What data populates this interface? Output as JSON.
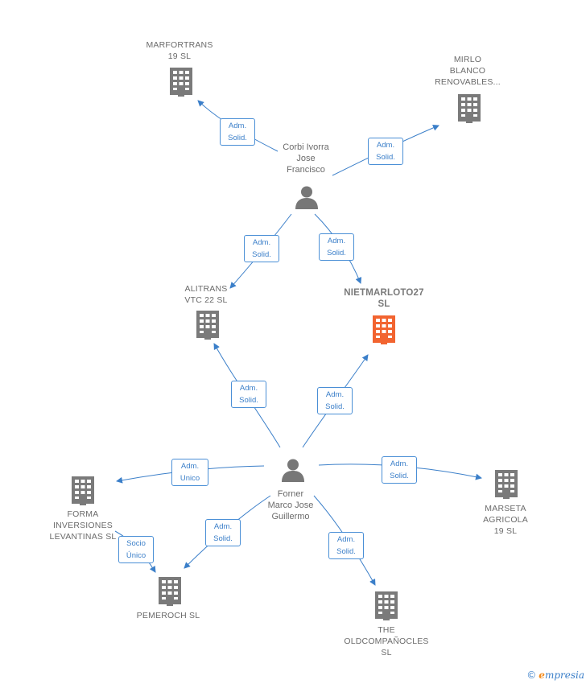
{
  "colors": {
    "edge": "#3b7fc9",
    "building": "#7a7a7a",
    "focus_building": "#f26430",
    "person": "#777777"
  },
  "nodes": {
    "corbi": {
      "lines": [
        "Corbi Ivorra",
        "Jose",
        "Francisco"
      ],
      "icon": "person-icon"
    },
    "forner": {
      "lines": [
        "Forner",
        "Marco Jose",
        "Guillermo"
      ],
      "icon": "person-icon"
    },
    "marfortrans": {
      "lines": [
        "MARFORTRANS",
        "19  SL"
      ],
      "icon": "building-icon"
    },
    "mirlo": {
      "lines": [
        "MIRLO",
        "BLANCO",
        "RENOVABLES..."
      ],
      "icon": "building-icon"
    },
    "alitrans": {
      "lines": [
        "ALITRANS",
        "VTC 22  SL"
      ],
      "icon": "building-icon"
    },
    "nietmarloto": {
      "lines": [
        "NIETMARLOTO27",
        "SL"
      ],
      "icon": "building-icon"
    },
    "forma": {
      "lines": [
        "FORMA",
        "INVERSIONES",
        "LEVANTINAS SL"
      ],
      "icon": "building-icon"
    },
    "marseta": {
      "lines": [
        "MARSETA",
        "AGRICOLA",
        "19  SL"
      ],
      "icon": "building-icon"
    },
    "pemeroch": {
      "lines": [
        "PEMEROCH  SL"
      ],
      "icon": "building-icon"
    },
    "oldcomp": {
      "lines": [
        "THE",
        "OLDCOMPAÑOCLES",
        "SL"
      ],
      "icon": "building-icon"
    }
  },
  "edges": [
    {
      "id": "e1",
      "lines": [
        "Adm.",
        "Solid."
      ]
    },
    {
      "id": "e2",
      "lines": [
        "Adm.",
        "Solid."
      ]
    },
    {
      "id": "e3",
      "lines": [
        "Adm.",
        "Solid."
      ]
    },
    {
      "id": "e4",
      "lines": [
        "Adm.",
        "Solid."
      ]
    },
    {
      "id": "e5",
      "lines": [
        "Adm.",
        "Solid."
      ]
    },
    {
      "id": "e6",
      "lines": [
        "Adm.",
        "Solid."
      ]
    },
    {
      "id": "e7",
      "lines": [
        "Adm.",
        "Unico"
      ]
    },
    {
      "id": "e8",
      "lines": [
        "Adm.",
        "Solid."
      ]
    },
    {
      "id": "e9",
      "lines": [
        "Adm.",
        "Solid."
      ]
    },
    {
      "id": "e10",
      "lines": [
        "Adm.",
        "Solid."
      ]
    },
    {
      "id": "e11",
      "lines": [
        "Socio",
        "Único"
      ]
    }
  ],
  "credit": {
    "copyright": "©",
    "brand_first": "e",
    "brand_rest": "mpresia"
  }
}
